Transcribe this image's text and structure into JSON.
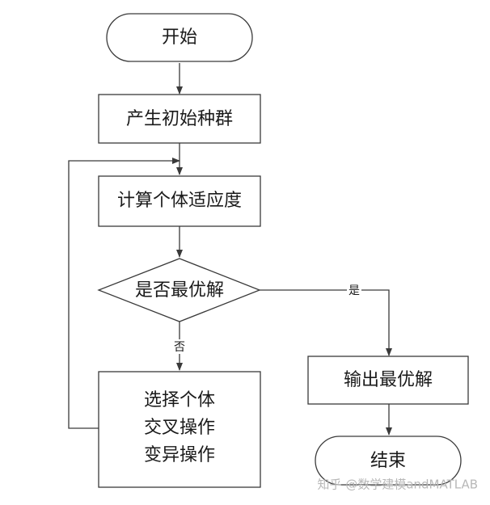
{
  "nodes": {
    "start": "开始",
    "init_population": "产生初始种群",
    "compute_fitness": "计算个体适应度",
    "is_optimal": "是否最优解",
    "operations": [
      "选择个体",
      "交叉操作",
      "变异操作"
    ],
    "output": "输出最优解",
    "end": "结束"
  },
  "edge_labels": {
    "yes": "是",
    "no": "否"
  },
  "watermark": "知乎 @数学建模andMATLAB"
}
